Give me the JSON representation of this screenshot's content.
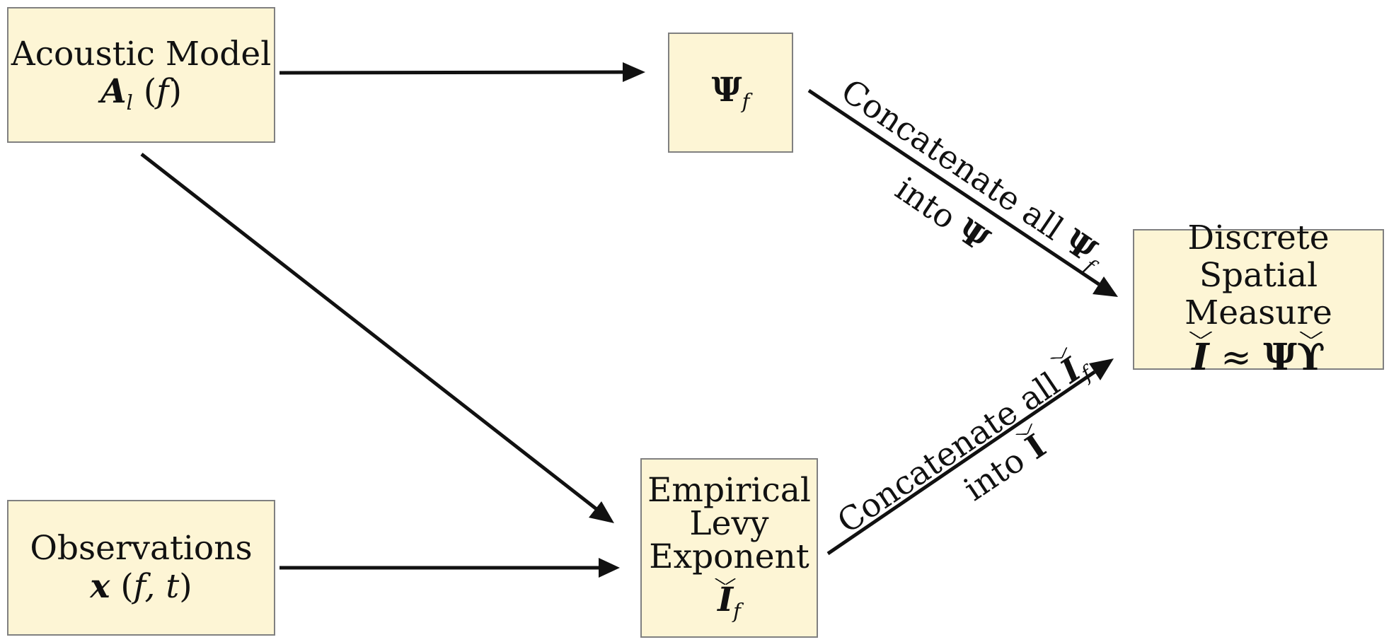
{
  "nodes": {
    "acoustic_model": {
      "title": "Acoustic Model",
      "symbol": "A",
      "subscript": "l",
      "args": "f"
    },
    "psi_f": {
      "symbol": "Ψ",
      "subscript": "f"
    },
    "observations": {
      "title": "Observations",
      "symbol": "x",
      "args": "f, t"
    },
    "empirical_levy": {
      "line1": "Empirical",
      "line2": "Levy",
      "line3": "Exponent",
      "symbol": "I",
      "subscript": "f"
    },
    "spatial_measure": {
      "line1": "Discrete Spatial",
      "line2": "Measure",
      "formula_lhs": "I",
      "formula_op": "≈",
      "formula_psi": "Ψ",
      "formula_upsilon": "ϒ"
    }
  },
  "edges": {
    "psi_concat": {
      "line1": "Concatenate all",
      "symbol1": "Ψ",
      "subscript1": "f",
      "line2": "into",
      "symbol2": "Ψ"
    },
    "levy_concat": {
      "line1": "Concatenate all",
      "symbol1": "I",
      "subscript1": "f",
      "line2": "into",
      "symbol2": "I"
    }
  }
}
